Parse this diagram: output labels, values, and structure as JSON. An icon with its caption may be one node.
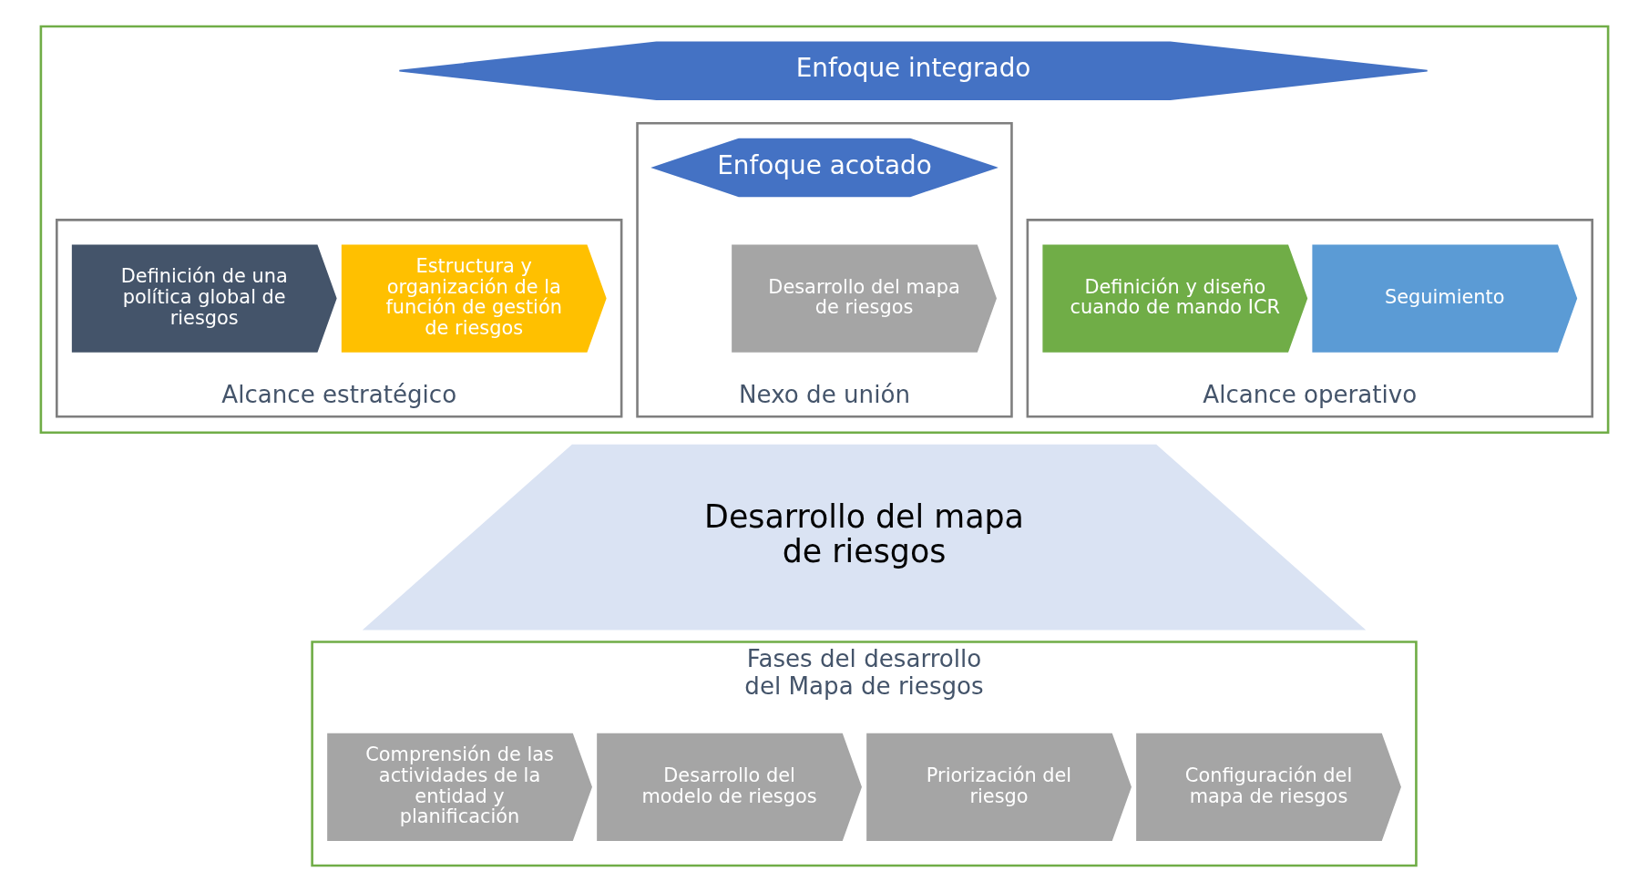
{
  "diagram": {
    "nodes": [
      {
        "text": [],
        "shape": "box"
      },
      {
        "text": [
          "Enfoque integrado"
        ],
        "in": 0
      },
      {
        "text": [
          "Alcance estratégico"
        ],
        "in": 0
      },
      {
        "text": [
          "Definición de una política global de riesgos"
        ],
        "in": 2
      },
      {
        "text": [
          "Estructura y organización de la función de gestión de riesgos"
        ],
        "in": 2
      },
      {
        "text": [
          "Nexo de unión"
        ],
        "in": 0
      },
      {
        "text": [
          "Enfoque acotado"
        ],
        "in": 5
      },
      {
        "text": [
          "Desarrollo del mapa de riesgos"
        ],
        "in": 5
      },
      {
        "text": [
          "Alcance operativo"
        ],
        "in": 0
      },
      {
        "text": [
          "Definición y diseño cuando de mando ICR"
        ],
        "in": 8
      },
      {
        "text": [
          "Seguimiento"
        ],
        "in": 8
      },
      {
        "text": [
          "Desarrollo del mapa de riesgos"
        ]
      },
      {
        "text": [
          "Fases del desarrollo del Mapa de riesgos"
        ]
      },
      {
        "text": [
          "Comprensión de las actividades de la entidad y planificación"
        ],
        "in": 12
      },
      {
        "text": [
          "Desarrollo del modelo de riesgos"
        ],
        "in": 12
      },
      {
        "text": [
          "Priorización del riesgo"
        ],
        "in": 12
      },
      {
        "text": [
          "Configuración del mapa de riesgos"
        ],
        "in": 12
      }
    ],
    "edges": []
  }
}
